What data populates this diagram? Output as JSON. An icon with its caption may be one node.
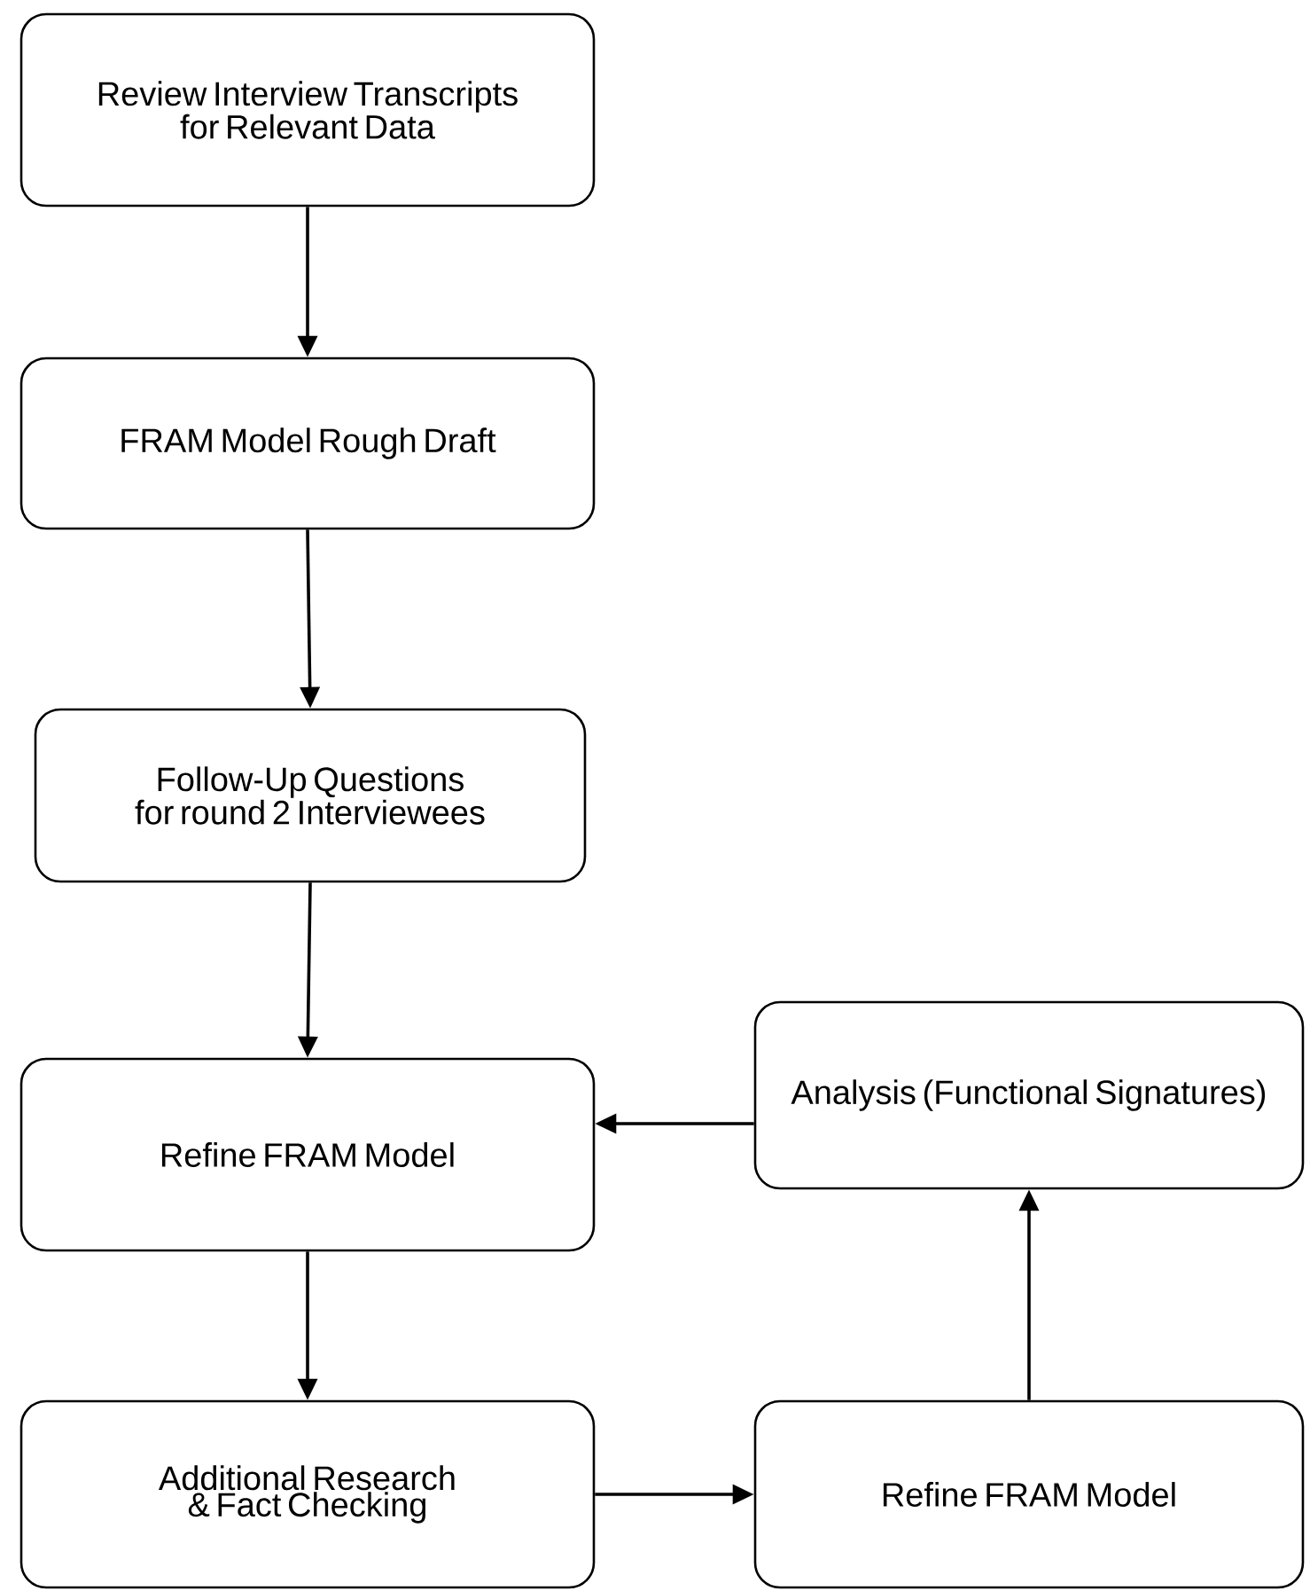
{
  "diagram": {
    "nodes": [
      {
        "text": [
          "Review Interview Transcripts for Relevant Data"
        ]
      },
      {
        "text": [
          "FRAM Model Rough Draft"
        ]
      },
      {
        "text": [
          "Follow-Up Questions for round 2 Interviewees"
        ]
      },
      {
        "text": [
          "Refine FRAM Model"
        ]
      },
      {
        "text": [
          "Analysis (Functional Signatures)"
        ]
      },
      {
        "text": [
          "Additional Research & Fact Checking"
        ]
      },
      {
        "text": [
          "Refine FRAM Model"
        ]
      }
    ],
    "edges": [
      {
        "from": 0,
        "to": 1,
        "arrow": "to"
      },
      {
        "from": 1,
        "to": 2,
        "arrow": "to"
      },
      {
        "from": 2,
        "to": 3,
        "arrow": "to"
      },
      {
        "from": 3,
        "to": 5,
        "arrow": "to"
      },
      {
        "from": 5,
        "to": 6,
        "arrow": "to"
      },
      {
        "from": 6,
        "to": 4,
        "arrow": "to"
      },
      {
        "from": 4,
        "to": 3,
        "arrow": "to"
      }
    ]
  }
}
